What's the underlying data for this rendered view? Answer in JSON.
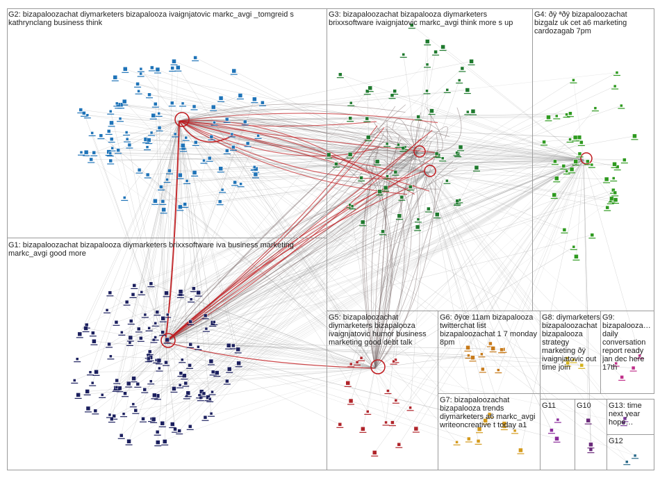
{
  "groups": [
    {
      "id": "G2",
      "label": "G2: bizapaloozachat diymarketers bizapalooza ivaignjatovic markc_avgi _tomgreid s kathrynclang business think",
      "color": "#1e73b8"
    },
    {
      "id": "G3",
      "label": "G3: bizapaloozachat bizapalooza diymarketers brixxsoftware ivaignjatovic markc_avgi think more s up",
      "color": "#1f7a2e"
    },
    {
      "id": "G4",
      "label": "G4: ðÿ ªðÿ bizapaloozachat bizgalz uk cet a6 marketing cardozagab 7pm",
      "color": "#2e9a1f"
    },
    {
      "id": "G1",
      "label": "G1: bizapaloozachat bizapalooza diymarketers brixxsoftware iva business marketing markc_avgi good more",
      "color": "#1b1f5e"
    },
    {
      "id": "G5",
      "label": "G5: bizapaloozachat diymarketers bizapalooza ivaignjatovic humor business marketing good debt talk",
      "color": "#b0242a"
    },
    {
      "id": "G6",
      "label": "G6: ðÿœ 11am bizapalooza twitterchat list bizapaloozachat 1 7 monday 8pm",
      "color": "#c77a1a"
    },
    {
      "id": "G8",
      "label": "G8: diymarketers bizapaloozachat bizapalooza strategy marketing ðÿ ivaignjatovic out time join",
      "color": "#d4b21c"
    },
    {
      "id": "G9",
      "label": "G9: bizapalooza… daily conversation report ready jan dec here 17th",
      "color": "#c0308a"
    },
    {
      "id": "G7",
      "label": "G7: bizapaloozachat bizapalooza trends diymarketers a6 markc_avgi writeoncreative t today a1",
      "color": "#d49a1c"
    },
    {
      "id": "G11",
      "label": "G11",
      "color": "#8a2a9a"
    },
    {
      "id": "G10",
      "label": "G10",
      "color": "#6a2a7a"
    },
    {
      "id": "G13",
      "label": "G13: time next year hope…",
      "color": "#7a3a9a"
    },
    {
      "id": "G12",
      "label": "G12",
      "color": "#2a6a8a"
    }
  ],
  "colors": {
    "edge": "#7a6a6a",
    "edge_strong": "#c0181c",
    "background": "#ffffff",
    "box_border": "#9a9a9a"
  }
}
